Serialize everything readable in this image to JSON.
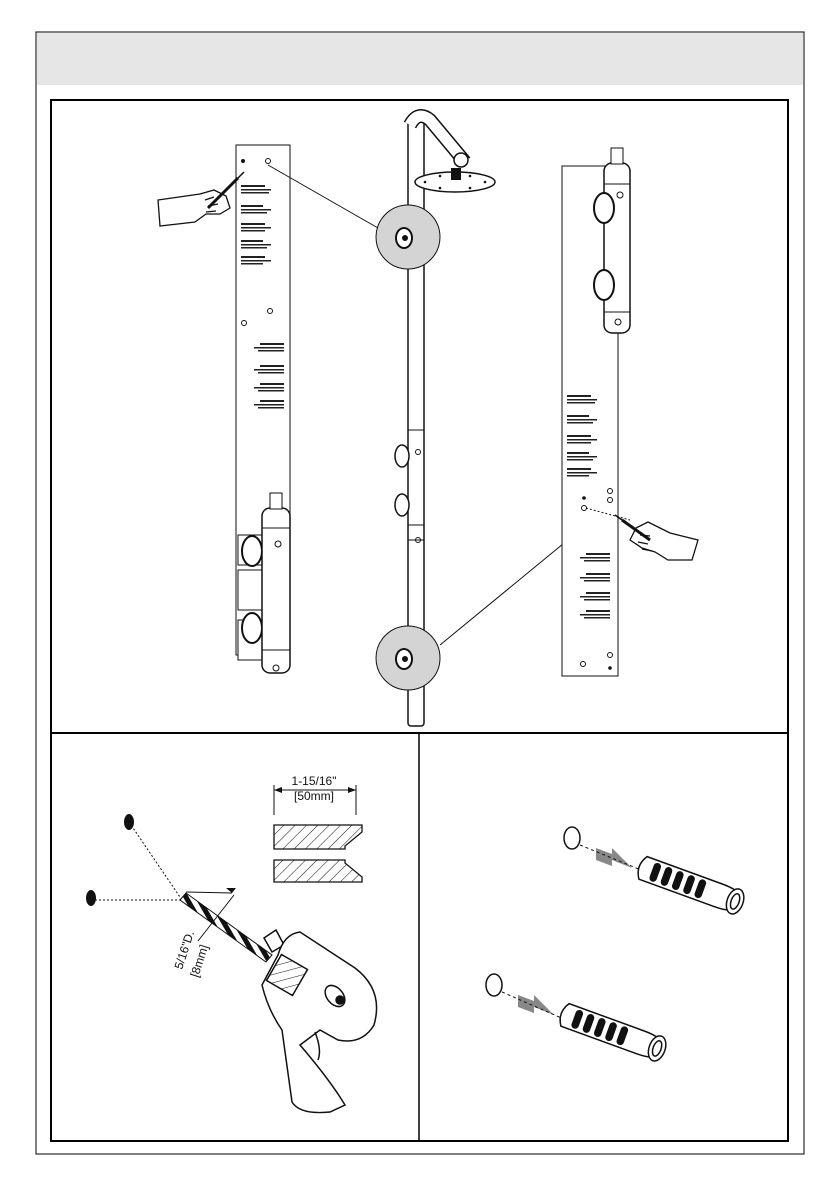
{
  "header": {
    "text": ""
  },
  "drill": {
    "depth_label": "1-15/16\"",
    "depth_label_metric": "[50mm]",
    "diameter_label": "5/16\"D.",
    "diameter_label_metric": "[8mm]"
  },
  "colors": {
    "header_band": "#e6e6e6",
    "border": "#000000",
    "highlight_circle": "#d4d4d4",
    "line_art": "#111111"
  }
}
